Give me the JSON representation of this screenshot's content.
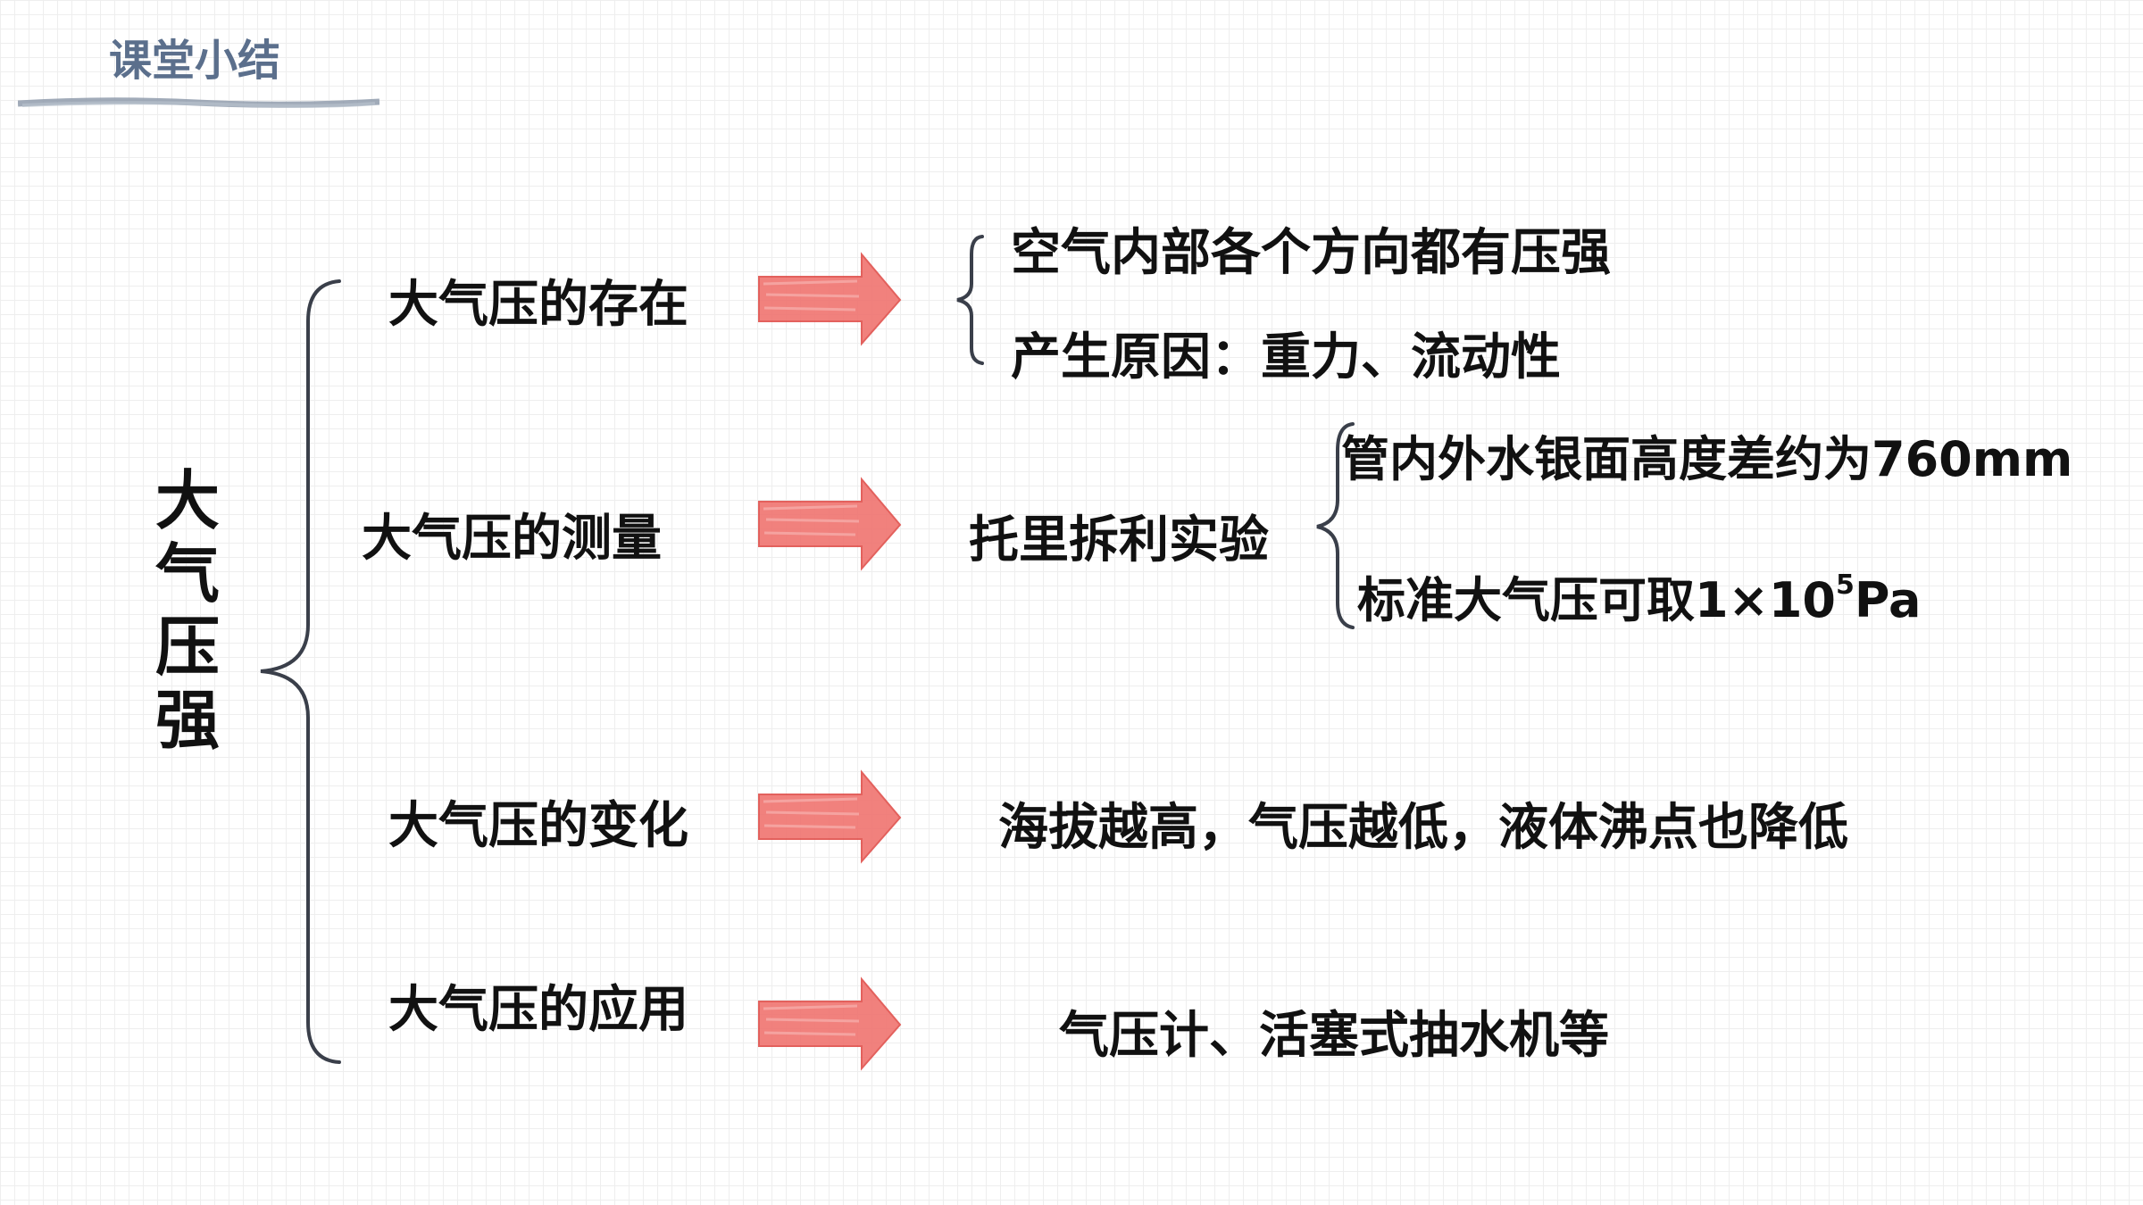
{
  "header": {
    "title": "课堂小结"
  },
  "root": {
    "label": "大气压强"
  },
  "branches": [
    {
      "label": "大气压的存在",
      "leaves": [
        "空气内部各个方向都有压强",
        "产生原因：重力、流动性"
      ]
    },
    {
      "label": "大气压的测量",
      "middle": "托里拆利实验",
      "leaves": [
        "管内外水银面高度差约为760mm",
        "标准大气压可取1×10",
        "5",
        "Pa"
      ]
    },
    {
      "label": "大气压的变化",
      "leaves": [
        "海拔越高，气压越低，液体沸点也降低"
      ]
    },
    {
      "label": "大气压的应用",
      "leaves": [
        "气压计、活塞式抽水机等"
      ]
    }
  ],
  "colors": {
    "title": "#5b6f8c",
    "arrow": "#f07470",
    "bracket": "#3a3f4a"
  },
  "icons": {
    "arrow": "right-arrow-icon",
    "brace": "curly-brace"
  }
}
